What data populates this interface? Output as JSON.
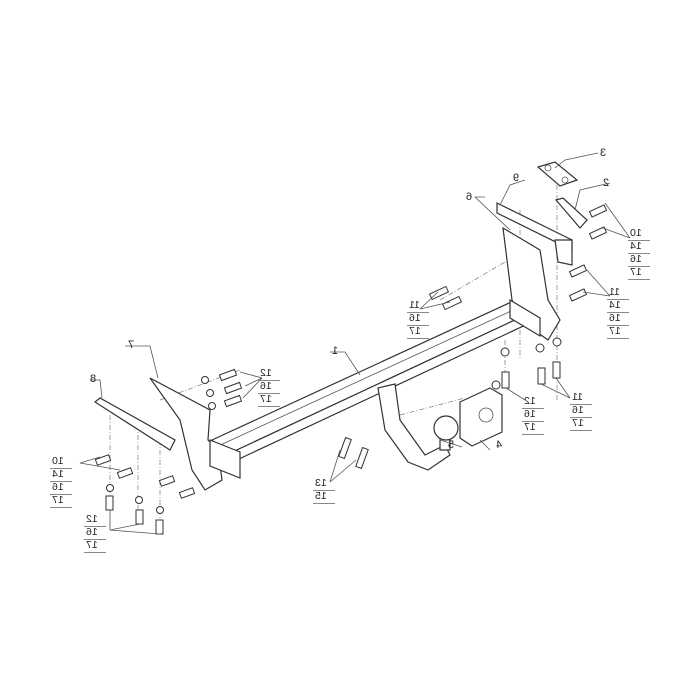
{
  "title": "Tow hitch exploded assembly diagram",
  "callouts": {
    "p1": "1",
    "p2": "2",
    "p3": "3",
    "p4": "4",
    "p5": "5",
    "p6": "6",
    "p7": "7",
    "p8": "8",
    "p9": "9",
    "right_top_bolts": [
      "10",
      "14",
      "16",
      "17"
    ],
    "right_mid_bolts": [
      "11",
      "14",
      "16",
      "17"
    ],
    "right_inner_bolts": [
      "11",
      "16",
      "17"
    ],
    "right_bottom_bolts": [
      "11",
      "16",
      "17"
    ],
    "right_bottom_single": [
      "12",
      "16",
      "17"
    ],
    "left_top_bolts": [
      "12",
      "16",
      "17"
    ],
    "left_side_bolts": [
      "10",
      "14",
      "16",
      "17"
    ],
    "left_bottom_bolts": [
      "12",
      "16",
      "17"
    ],
    "center_bolts": [
      "13",
      "15"
    ]
  }
}
